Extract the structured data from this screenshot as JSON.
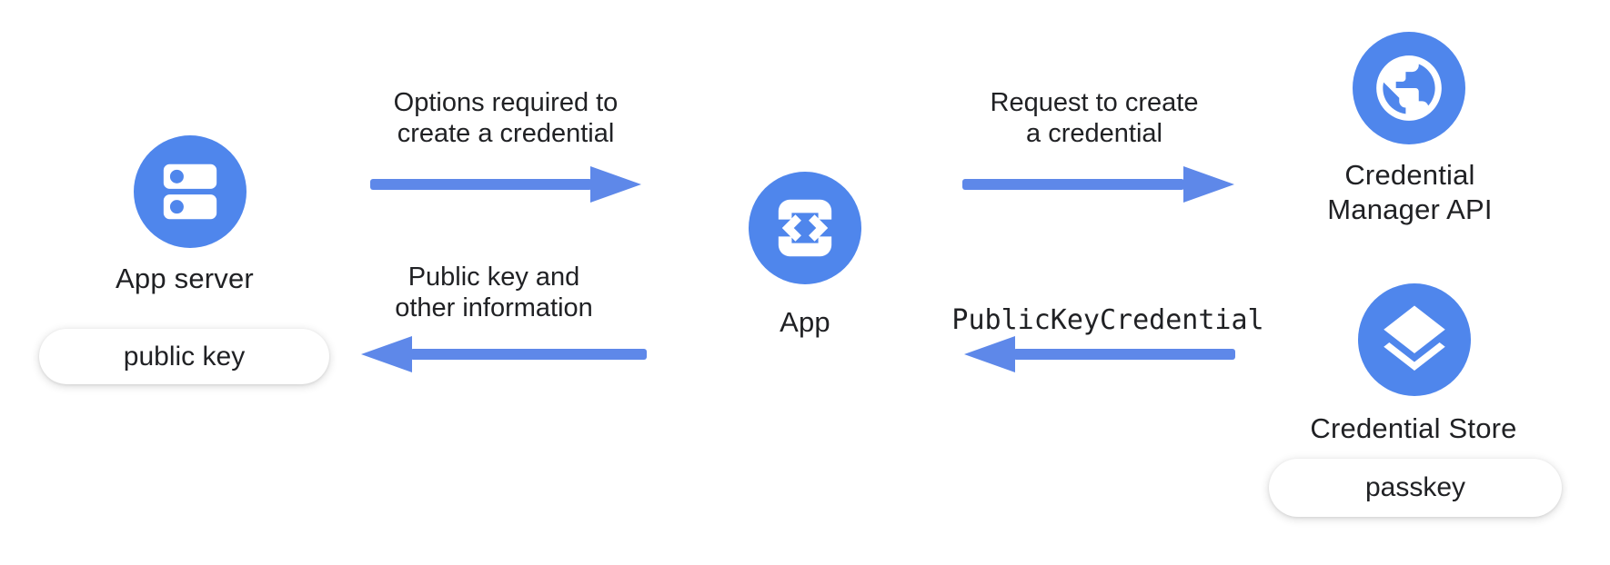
{
  "colors": {
    "node_blue": "#4F86EC",
    "arrow_blue": "#5E88E9",
    "text": "#202124",
    "badge_bg": "#FFFFFF"
  },
  "nodes": {
    "app_server": {
      "label": "App server",
      "icon": "server-icon",
      "badge": "public key"
    },
    "app": {
      "label": "App",
      "icon": "phone-code-icon"
    },
    "credential_manager_api": {
      "label_line1": "Credential",
      "label_line2": "Manager API",
      "icon": "globe-icon"
    },
    "credential_store": {
      "label": "Credential Store",
      "icon": "layers-icon",
      "badge": "passkey"
    }
  },
  "arrows": {
    "options": {
      "direction": "right",
      "line1": "Options required to",
      "line2": "create a credential"
    },
    "request": {
      "direction": "right",
      "line1": "Request to create",
      "line2": "a credential"
    },
    "public_key_return": {
      "direction": "left",
      "line1": "Public key and",
      "line2": "other information"
    },
    "public_key_credential": {
      "direction": "left",
      "label": "PublicKeyCredential"
    }
  }
}
